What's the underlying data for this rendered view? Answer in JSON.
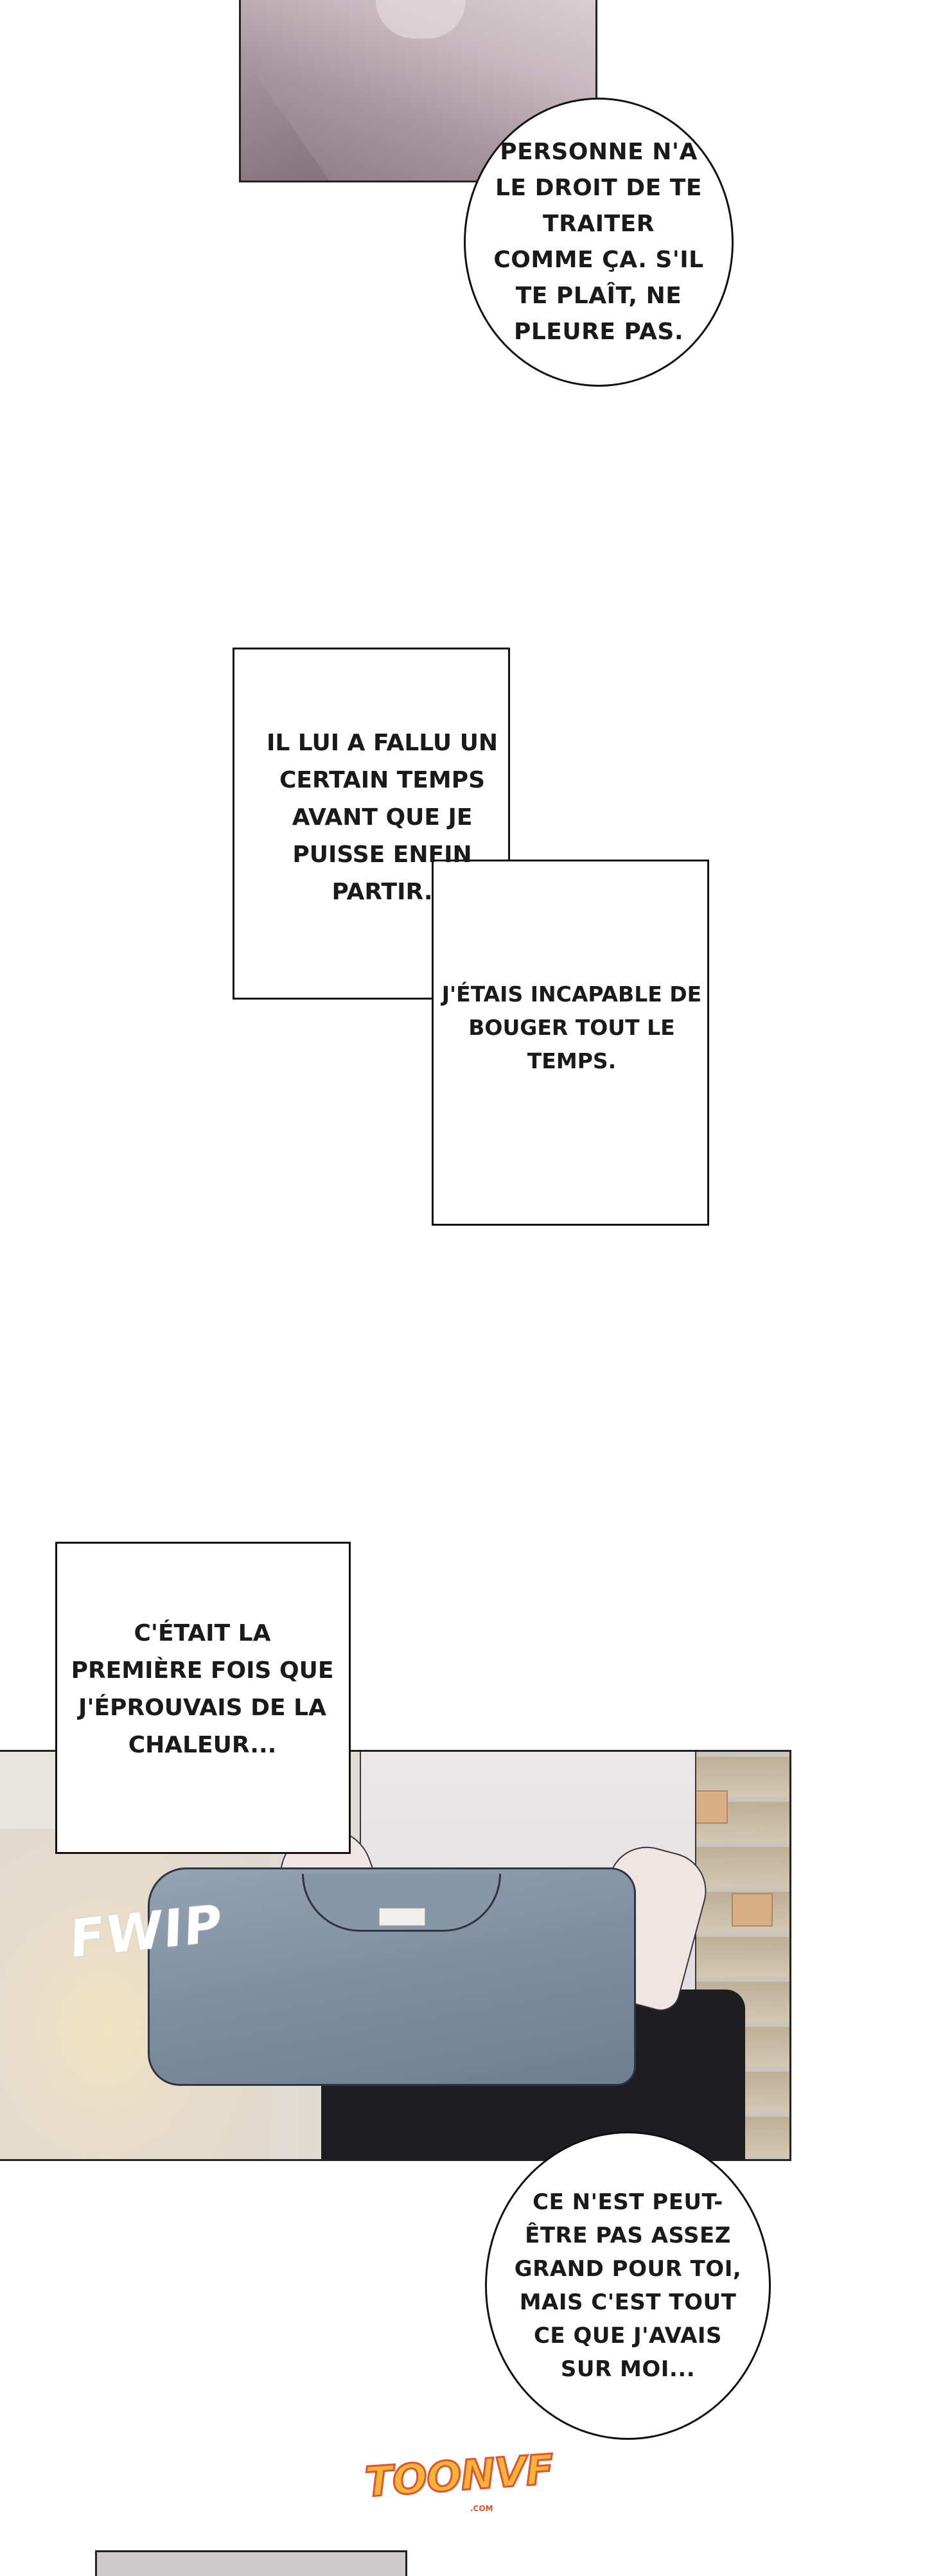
{
  "bubbles": {
    "bubble1": "PERSONNE N'A LE DROIT DE TE TRAITER COMME ÇA. S'IL TE PLAÎT, NE PLEURE PAS.",
    "bubble2": "CE N'EST PEUT-ÊTRE PAS ASSEZ GRAND POUR TOI, MAIS C'EST TOUT CE QUE J'AVAIS SUR MOI..."
  },
  "narration": {
    "box_a": "IL LUI A FALLU UN CERTAIN TEMPS AVANT QUE JE PUISSE ENFIN PARTIR.",
    "box_b": "J'ÉTAIS INCAPABLE DE BOUGER TOUT LE TEMPS.",
    "box_c": "C'ÉTAIT LA PREMIÈRE FOIS QUE J'ÉPROUVAIS DE LA CHALEUR..."
  },
  "sfx": "FWIP",
  "logo": {
    "name": "TOONVF",
    "sub": ".COM"
  },
  "colors": {
    "shirt": "#7e8ea0",
    "logo_fill": "#f4b33a",
    "logo_stroke": "#e0542e"
  }
}
